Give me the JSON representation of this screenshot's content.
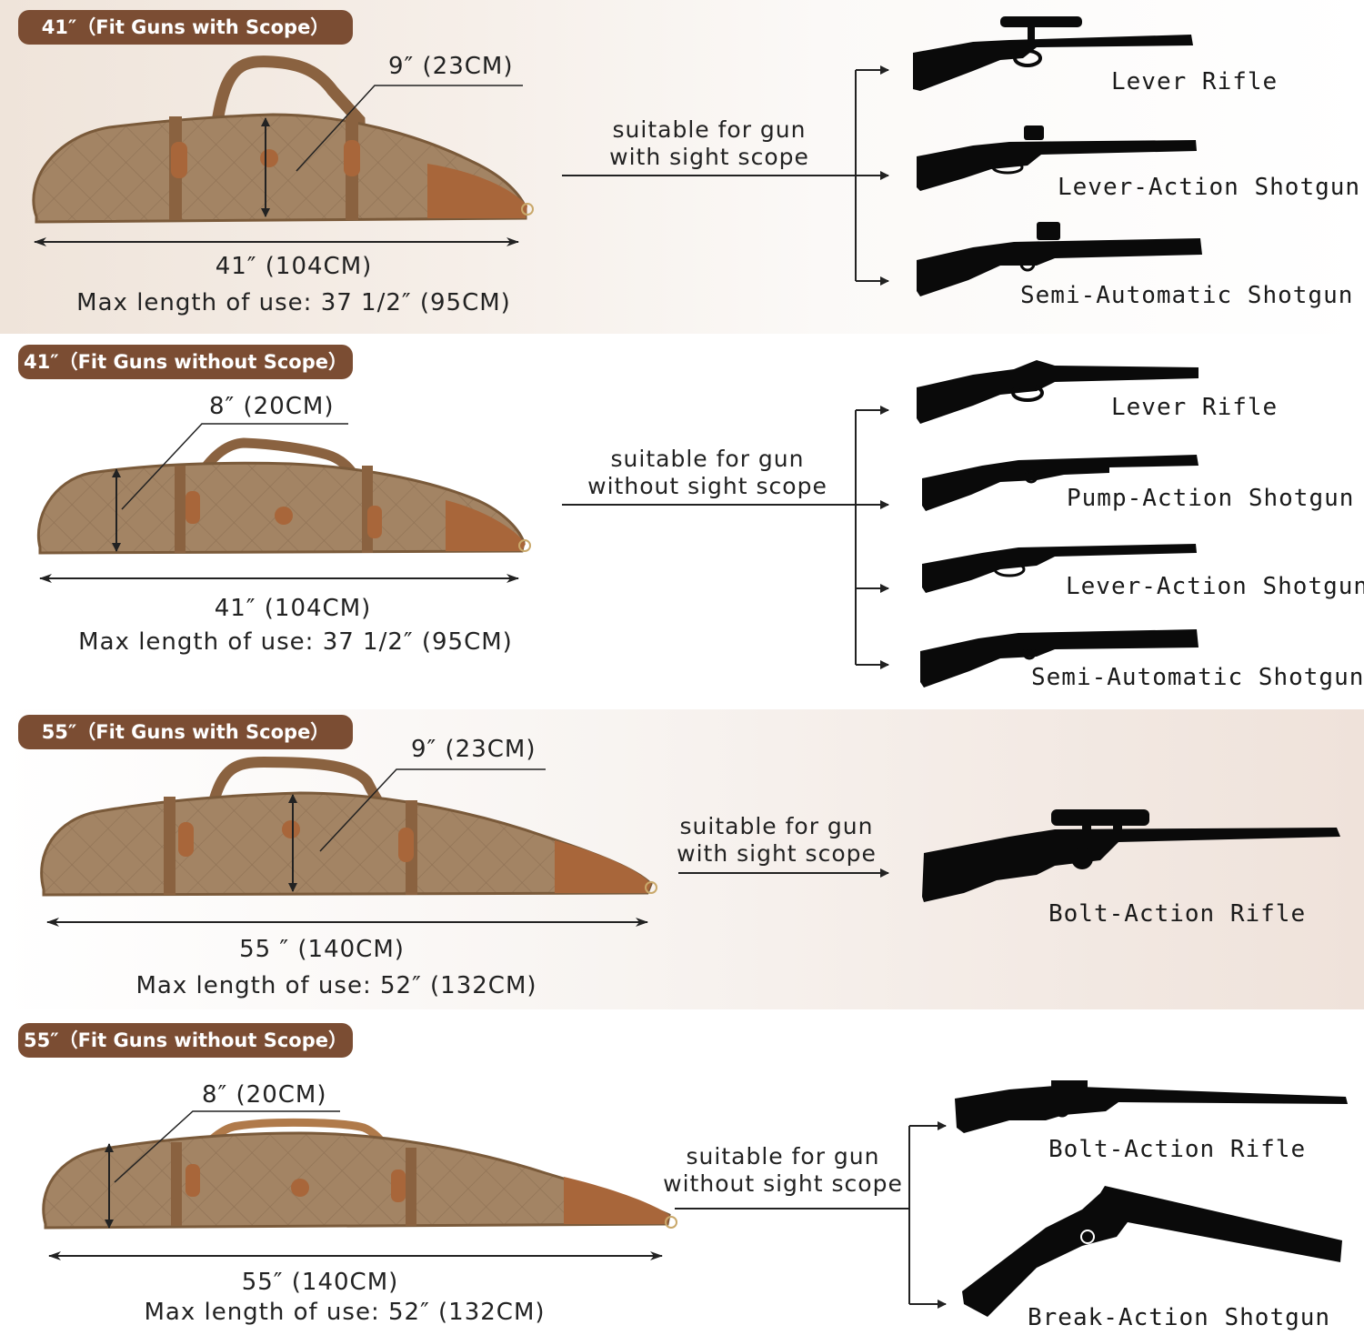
{
  "sections": [
    {
      "badge": "41″（Fit Guns with Scope）",
      "height_label": "9″ (23CM)",
      "length_label": "41″ (104CM)",
      "max_length": "Max length of use: 37 1/2″ (95CM)",
      "suitable_line1": "suitable for gun",
      "suitable_line2": "with sight scope",
      "guns": [
        "Lever Rifle",
        "Lever-Action Shotgun",
        "Semi-Automatic Shotgun"
      ]
    },
    {
      "badge": "41″（Fit Guns without Scope）",
      "height_label": "8″ (20CM)",
      "length_label": "41″ (104CM)",
      "max_length": "Max length of use: 37 1/2″ (95CM)",
      "suitable_line1": "suitable for gun",
      "suitable_line2": "without sight scope",
      "guns": [
        "Lever Rifle",
        "Pump-Action Shotgun",
        "Lever-Action Shotgun",
        "Semi-Automatic Shotgun"
      ]
    },
    {
      "badge": "55″（Fit Guns with Scope）",
      "height_label": "9″ (23CM)",
      "length_label": "55 ″ (140CM)",
      "max_length": "Max length of use: 52″ (132CM)",
      "suitable_line1": "suitable for gun",
      "suitable_line2": "with sight scope",
      "guns": [
        "Bolt-Action Rifle"
      ]
    },
    {
      "badge": "55″（Fit Guns without Scope）",
      "height_label": "8″ (20CM)",
      "length_label": "55″ (140CM)",
      "max_length": "Max length of use: 52″ (132CM)",
      "suitable_line1": "suitable for gun",
      "suitable_line2": "without sight scope",
      "guns": [
        "Bolt-Action Rifle",
        "Break-Action Shotgun"
      ]
    }
  ],
  "colors": {
    "badge": "#7b4d33",
    "canvas": "#a38464",
    "leather": "#a8663a",
    "strap": "#8a6240",
    "silhouette": "#0a0a0a"
  }
}
